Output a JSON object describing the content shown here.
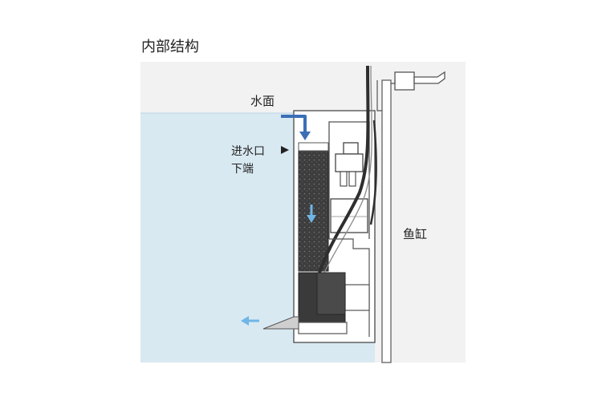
{
  "title": "内部结构",
  "labels": {
    "water_surface": "水面",
    "inlet_line1": "进水口",
    "inlet_line2": "下端",
    "tank": "鱼缸"
  },
  "colors": {
    "water": "#d9e9f2",
    "tank_background": "#f2f2f2",
    "flow_arrow_dark": "#3b6fb6",
    "flow_arrow_light": "#6fb6e6",
    "sponge": "#3d3d3d",
    "pump": "#3a3a3a"
  }
}
